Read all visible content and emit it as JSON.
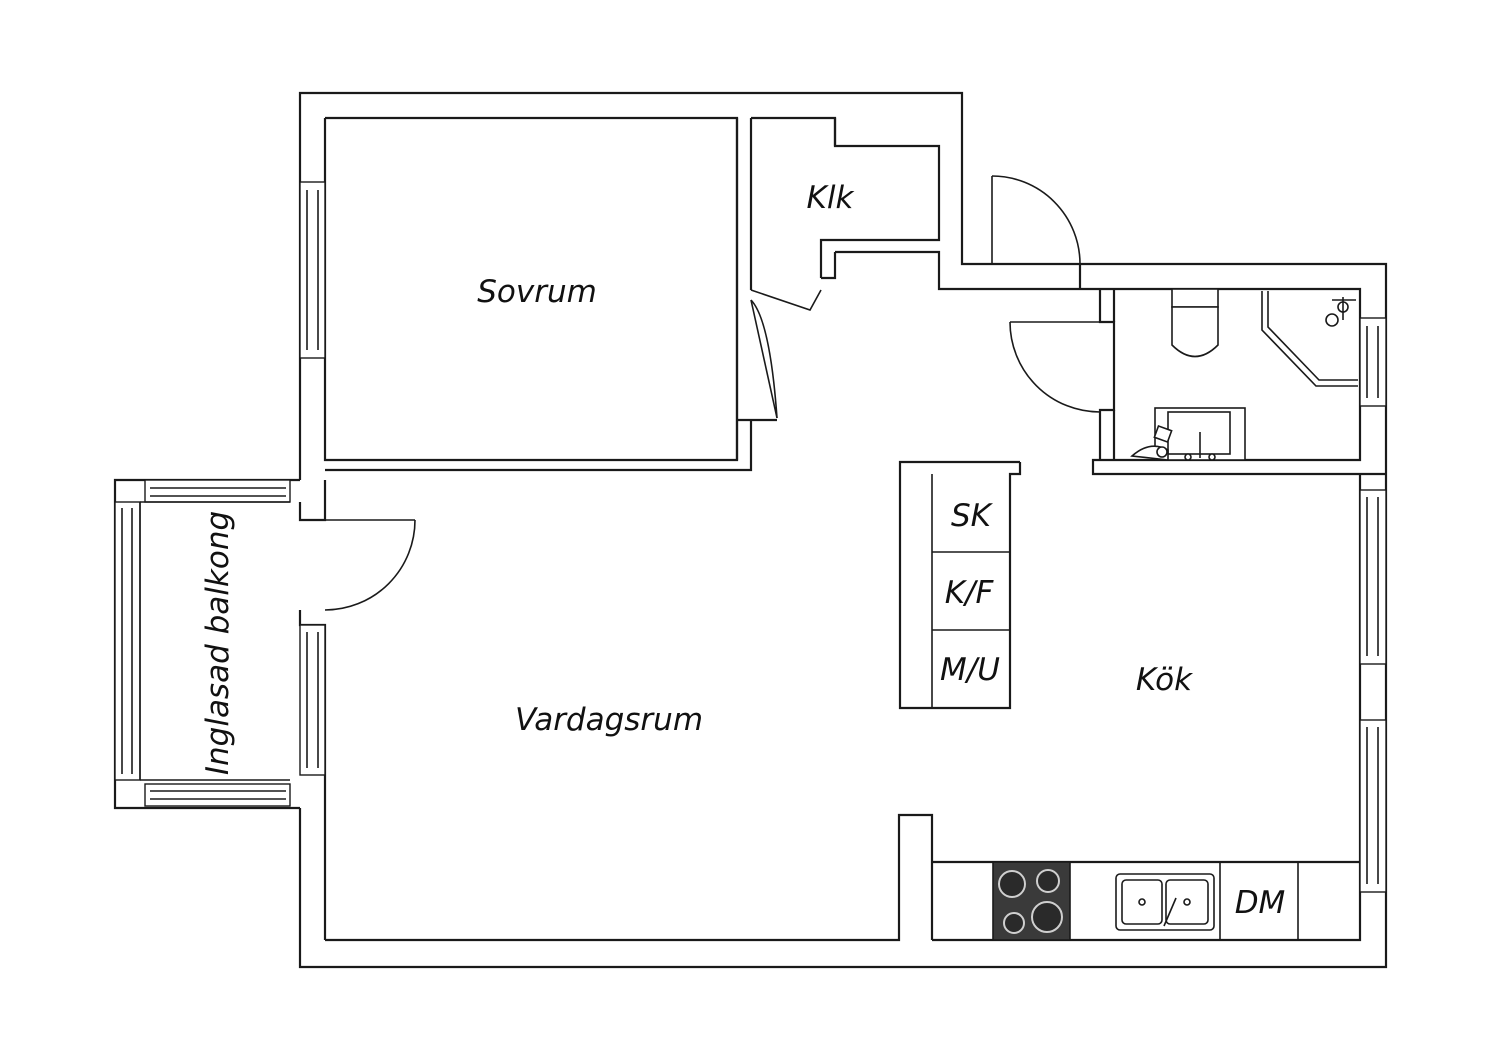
{
  "rooms": {
    "sovrum": "Sovrum",
    "klk": "Klk",
    "vardagsrum": "Vardagsrum",
    "kok": "Kök",
    "balkong": "Inglasad balkong"
  },
  "appliances": {
    "sk": "SK",
    "kf": "K/F",
    "mu": "M/U",
    "dm": "DM"
  },
  "colors": {
    "line": "#1a1a1a",
    "stove": "#3a3a3a",
    "background": "#ffffff"
  }
}
